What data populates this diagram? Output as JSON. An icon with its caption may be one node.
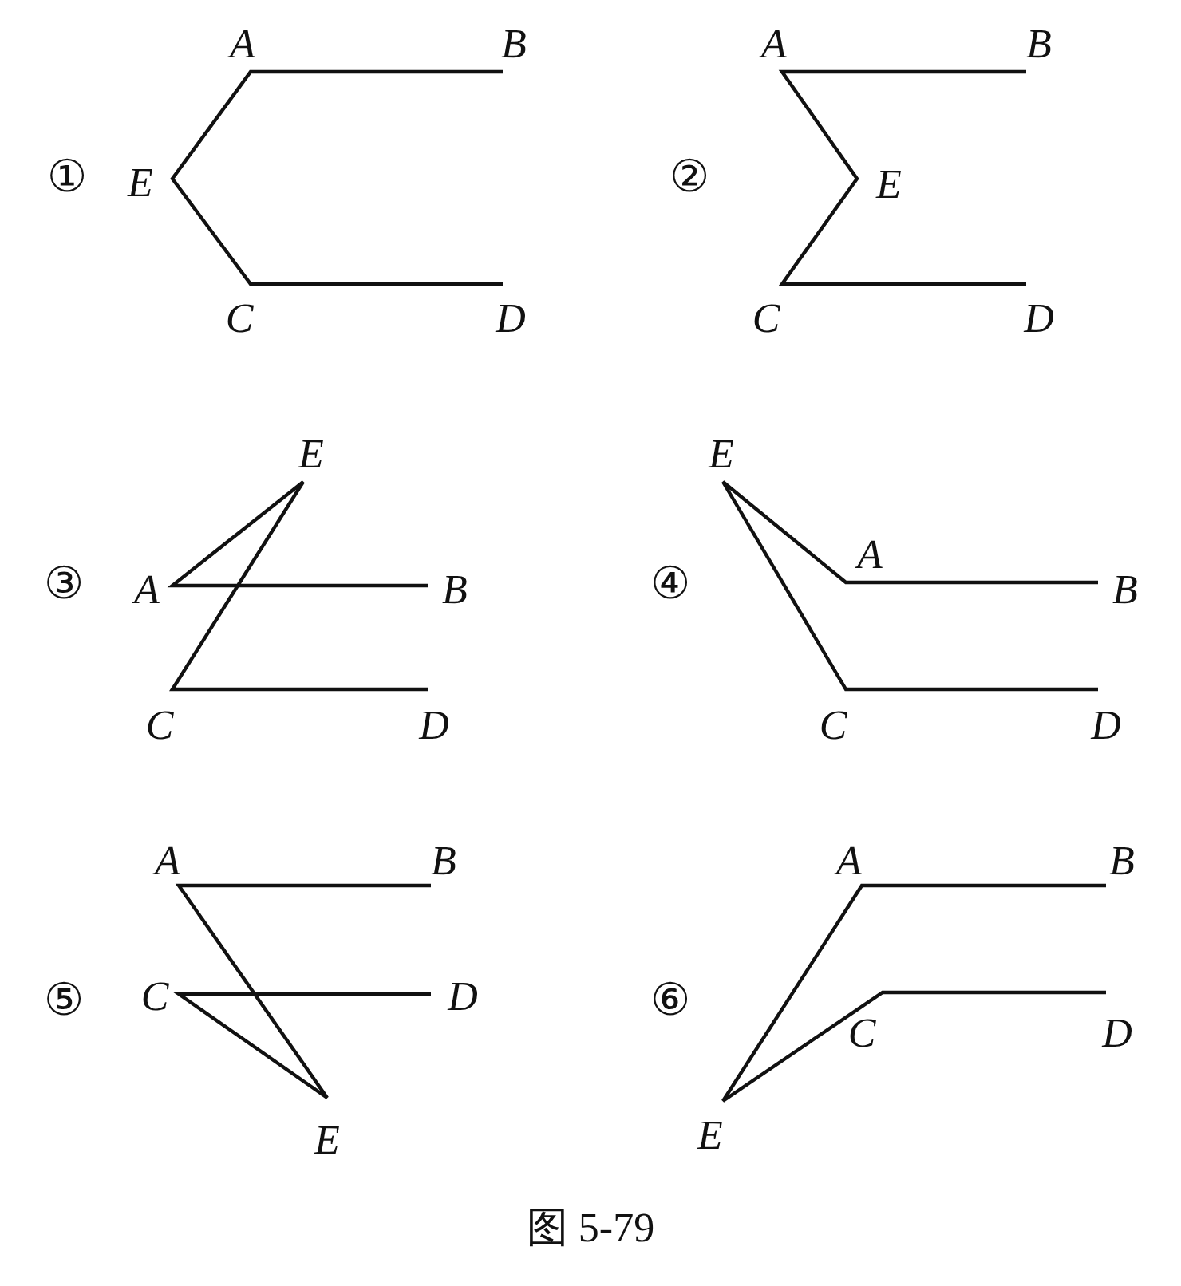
{
  "diagram": {
    "caption": "图 5-79",
    "labels": [
      "A",
      "B",
      "①",
      "E",
      "C",
      "D",
      "A",
      "B",
      "②",
      "E",
      "C",
      "D",
      "E",
      "③",
      "A",
      "B",
      "C",
      "D",
      "E",
      "④",
      "A",
      "B",
      "C",
      "D",
      "A",
      "B",
      "⑤",
      "C",
      "D",
      "E",
      "A",
      "B",
      "⑥",
      "C",
      "D",
      "E"
    ]
  }
}
